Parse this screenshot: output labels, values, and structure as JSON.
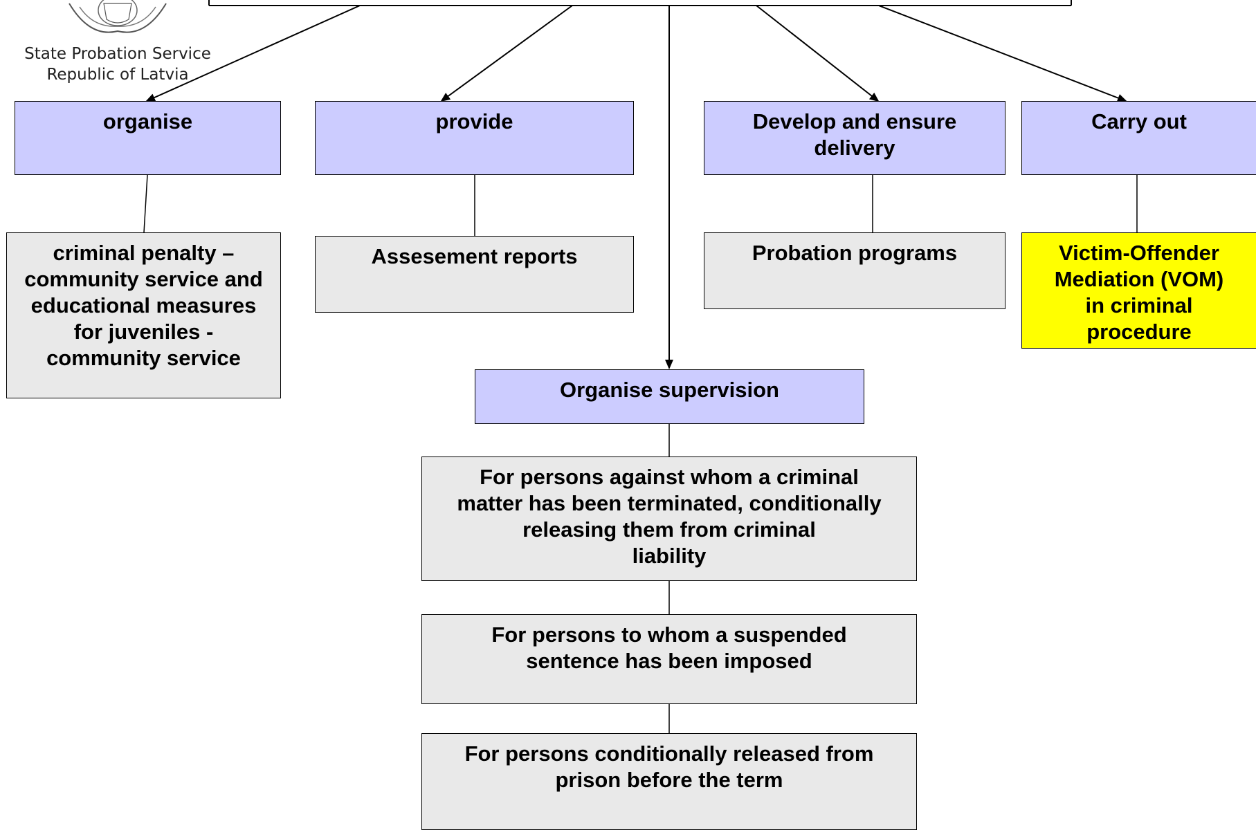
{
  "logo": {
    "line1": "State Probation Service",
    "line2": "Republic of Latvia"
  },
  "boxes": {
    "organise": "organise",
    "provide": "provide",
    "develop": "Develop and ensure\ndelivery",
    "carry_out": "Carry out",
    "community_service": "criminal penalty –\ncommunity service and\neducational measures\nfor juveniles -\ncommunity service",
    "assessment_reports": "Assesement reports",
    "probation_programs": "Probation programs",
    "vom": "Victim-Offender\nMediation (VOM)\nin criminal\nprocedure",
    "organise_supervision": "Organise supervision",
    "supervision_terminated": "For persons against whom a criminal\nmatter has been terminated, conditionally\nreleasing them from criminal\nliability",
    "supervision_suspended": "For persons to whom a suspended\nsentence has been imposed",
    "supervision_released": "For persons conditionally released from\nprison before the term"
  },
  "colors": {
    "task_box": "#ccccff",
    "detail_box": "#e9e9e9",
    "highlight_box": "#ffff00"
  }
}
